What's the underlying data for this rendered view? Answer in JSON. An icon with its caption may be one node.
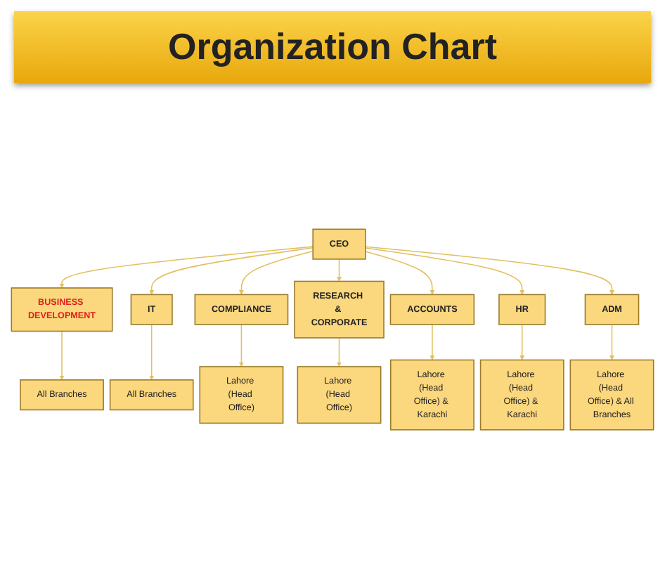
{
  "diagram": {
    "title": "Organization Chart",
    "nodes": [
      {
        "text": [
          "CEO"
        ]
      },
      {
        "text": [
          "BUSINESS DEVELOPMENT"
        ]
      },
      {
        "text": [
          "IT"
        ]
      },
      {
        "text": [
          "COMPLIANCE"
        ]
      },
      {
        "text": [
          "RESEARCH & CORPORATE"
        ]
      },
      {
        "text": [
          "ACCOUNTS"
        ]
      },
      {
        "text": [
          "HR"
        ]
      },
      {
        "text": [
          "ADM"
        ]
      },
      {
        "text": [
          "All Branches"
        ]
      },
      {
        "text": [
          "All Branches"
        ]
      },
      {
        "text": [
          "Lahore (Head Office)"
        ]
      },
      {
        "text": [
          "Lahore (Head Office)"
        ]
      },
      {
        "text": [
          "Lahore (Head Office) & Karachi"
        ]
      },
      {
        "text": [
          "Lahore (Head Office) & Karachi"
        ]
      },
      {
        "text": [
          "Lahore (Head Office) & All Branches"
        ]
      }
    ],
    "edges": [
      {
        "from": 0,
        "to": 1,
        "arrow": "to"
      },
      {
        "from": 0,
        "to": 2,
        "arrow": "to"
      },
      {
        "from": 0,
        "to": 3,
        "arrow": "to"
      },
      {
        "from": 0,
        "to": 4,
        "arrow": "to"
      },
      {
        "from": 0,
        "to": 5,
        "arrow": "to"
      },
      {
        "from": 0,
        "to": 6,
        "arrow": "to"
      },
      {
        "from": 0,
        "to": 7,
        "arrow": "to"
      },
      {
        "from": 1,
        "to": 8,
        "arrow": "to"
      },
      {
        "from": 2,
        "to": 9,
        "arrow": "to"
      },
      {
        "from": 3,
        "to": 10,
        "arrow": "to"
      },
      {
        "from": 4,
        "to": 11,
        "arrow": "to"
      },
      {
        "from": 5,
        "to": 12,
        "arrow": "to"
      },
      {
        "from": 6,
        "to": 13,
        "arrow": "to"
      },
      {
        "from": 7,
        "to": 14,
        "arrow": "to"
      }
    ]
  }
}
